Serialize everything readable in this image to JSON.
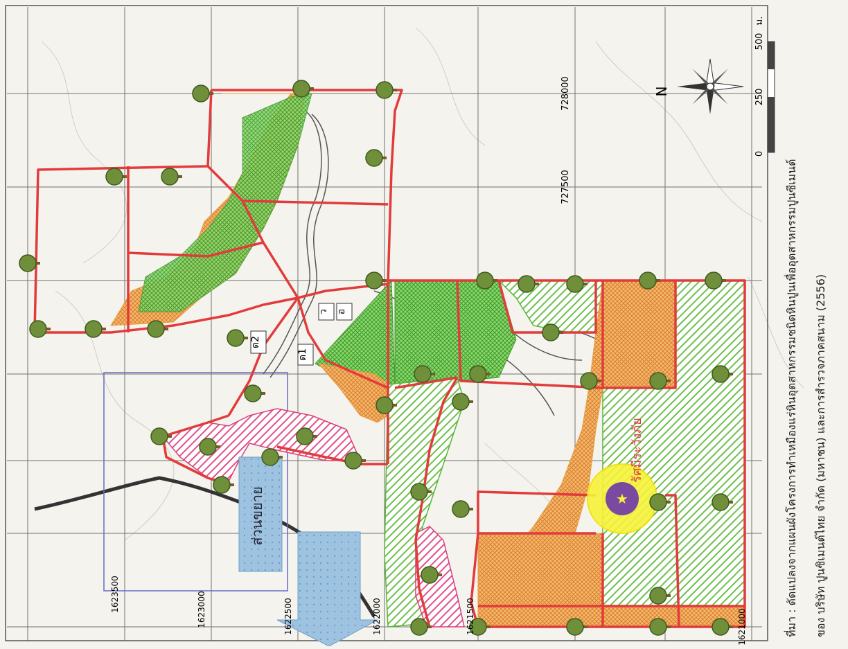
{
  "map": {
    "grid_labels": {
      "top_1": "728000",
      "top_2": "727500",
      "left_1": "1623500",
      "left_2": "1623000",
      "left_3": "1622500",
      "left_4": "1622000",
      "left_5": "1621500",
      "left_6": "1621000"
    },
    "zone_labels": {
      "d1": "ด1",
      "d2": "ด2",
      "w": "ว",
      "o": "อ",
      "expand": "ส่วนขยาย",
      "limit": "รัศมีระวังภัย"
    },
    "scale": {
      "t0": "0",
      "t1": "250",
      "t2": "500",
      "unit": "ม."
    },
    "north_label": "N",
    "source_line1": "ที่มา : ดัดแปลงจากแผนผังโครงการทำเหมืองแร่หินอุตสาหกรรมชนิดหินปูนเพื่ออุตสาหกรรมปูนซีเมนต์",
    "source_line2": "ของ บริษัท ปูนซิเมนต์ไทย จำกัด (มหาชน) และการสำรวจภาคสนาม (2556)",
    "colors": {
      "boundary": "#e23b3b",
      "orange_zone": "#f0a85a",
      "green_zone": "#6cc04a",
      "hatch_green": "#7ad84a",
      "hatch_pink": "#e0508a",
      "expand_blue": "#8fb8d8",
      "buffer_yellow": "#f7f23a",
      "blast_purple": "#7a4aa0"
    }
  }
}
